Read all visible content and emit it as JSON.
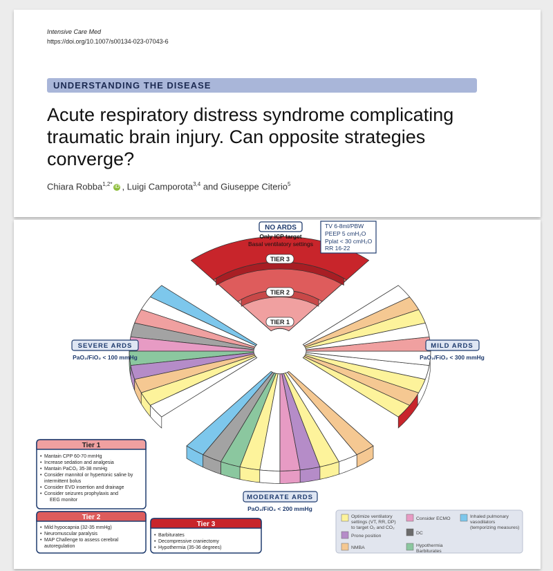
{
  "header": {
    "journal": "Intensive Care Med",
    "doi": "https://doi.org/10.1007/s00134-023-07043-6",
    "section_banner": "UNDERSTANDING THE DISEASE",
    "title": "Acute respiratory distress syndrome complicating traumatic brain injury. Can opposite strategies converge?",
    "authors": {
      "author1": "Chiara Robba",
      "author1_sup": "1,2*",
      "author2": ", Luigi Camporota",
      "author2_sup": "3,4",
      "author3": " and Giuseppe Citerio",
      "author3_sup": "5"
    }
  },
  "figure": {
    "no_ards": {
      "label": "NO ARDS",
      "sub1": "Only ICP target",
      "sub2": "Basal ventilatory settings"
    },
    "settings_box": [
      "TV 6-8ml/PBW",
      "PEEP 5 cmH₂O",
      "Pplat < 30 cmH₂O",
      "RR 16-22"
    ],
    "tiers_top": [
      "TIER 3",
      "TIER 2",
      "TIER 1"
    ],
    "severe": {
      "label": "SEVERE ARDS",
      "criterion": "PaO₂/FiO₂ < 100 mmHg"
    },
    "mild": {
      "label": "MILD ARDS",
      "criterion": "PaO₂/FiO₂ < 300 mmHg"
    },
    "moderate": {
      "label": "MODERATE ARDS",
      "criterion": "PaO₂/FiO₂ < 200 mmHg"
    },
    "tier1_box": {
      "title": "Tier 1",
      "items": [
        "Mantain CPP 60-70 mmHg",
        "Increase sedation and analgesia",
        "Mantain PaCO₂ 35-38 mmHg",
        "Consider mannitol or hypertonic saline by",
        "intermittent bolus",
        "Consider EVD insertion and drainage",
        "Consider seizures prophylaxis and",
        "EEG monitor"
      ]
    },
    "tier2_box": {
      "title": "Tier 2",
      "items": [
        "Mild hypocapnia (32-35 mmHg)",
        "Neuromuscular paralysis",
        "MAP Challenge to assess cerebral",
        "autoregulation"
      ]
    },
    "tier3_box": {
      "title": "Tier 3",
      "items": [
        "Barbiturates",
        "Decompressive craniectomy",
        "Hypothermia (35-36 degrees)"
      ]
    },
    "legend": {
      "optimize": [
        "Optimize ventilatory",
        "settings (VT, RR, DP)",
        "to target O₂ and CO₂"
      ],
      "prone": "Prone position",
      "nmba": "NMBA",
      "ecmo": "Consider ECMO",
      "dc": "DC",
      "hypothermia": [
        "Hypothermia",
        "Barbiturates"
      ],
      "inhaled": [
        "Inhaled pulmonary",
        "vasodilators",
        "(temporizing measures)"
      ]
    },
    "colors": {
      "yellow": "#fdf39b",
      "orange": "#f5c892",
      "pink": "#e79bc4",
      "purple": "#b58cc8",
      "gray": "#a3a3a3",
      "green": "#8bc79f",
      "blue": "#7dc7ec",
      "red_dark": "#c8252b",
      "red_mid": "#de5c5c",
      "red_light": "#f0a0a0",
      "navy": "#1f3b6e"
    }
  }
}
